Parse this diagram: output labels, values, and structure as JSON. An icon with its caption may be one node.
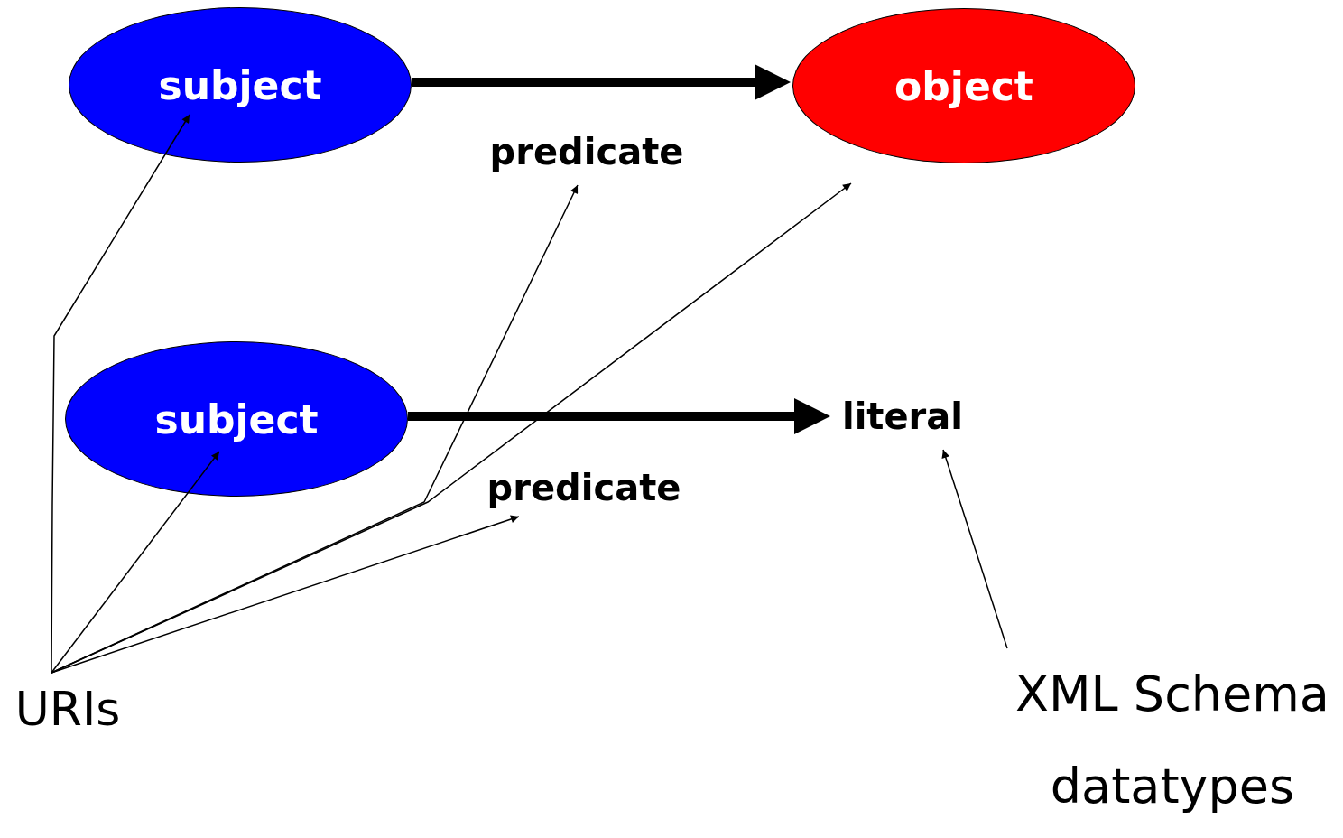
{
  "diagram": {
    "nodes": [
      {
        "text": [
          "subject"
        ]
      },
      {
        "text": [
          "object"
        ]
      },
      {
        "text": [
          "predicate"
        ]
      },
      {
        "text": [
          "subject"
        ]
      },
      {
        "text": [
          "literal"
        ]
      },
      {
        "text": [
          "predicate"
        ]
      },
      {
        "text": [
          "URIs"
        ]
      },
      {
        "text": [
          "XML Schema datatypes"
        ]
      }
    ],
    "edges": [
      {
        "from": 0,
        "to": 1,
        "arrow": "to",
        "style": "thick"
      },
      {
        "from": 3,
        "to": 4,
        "arrow": "to",
        "style": "thick"
      },
      {
        "from": 6,
        "to": 0,
        "arrow": "to"
      },
      {
        "from": 6,
        "to": 2,
        "arrow": "to"
      },
      {
        "from": 6,
        "to": 1,
        "arrow": "to"
      },
      {
        "from": 6,
        "to": 3,
        "arrow": "to"
      },
      {
        "from": 6,
        "to": 5,
        "arrow": "to"
      },
      {
        "from": 7,
        "to": 4,
        "arrow": "to"
      }
    ]
  }
}
